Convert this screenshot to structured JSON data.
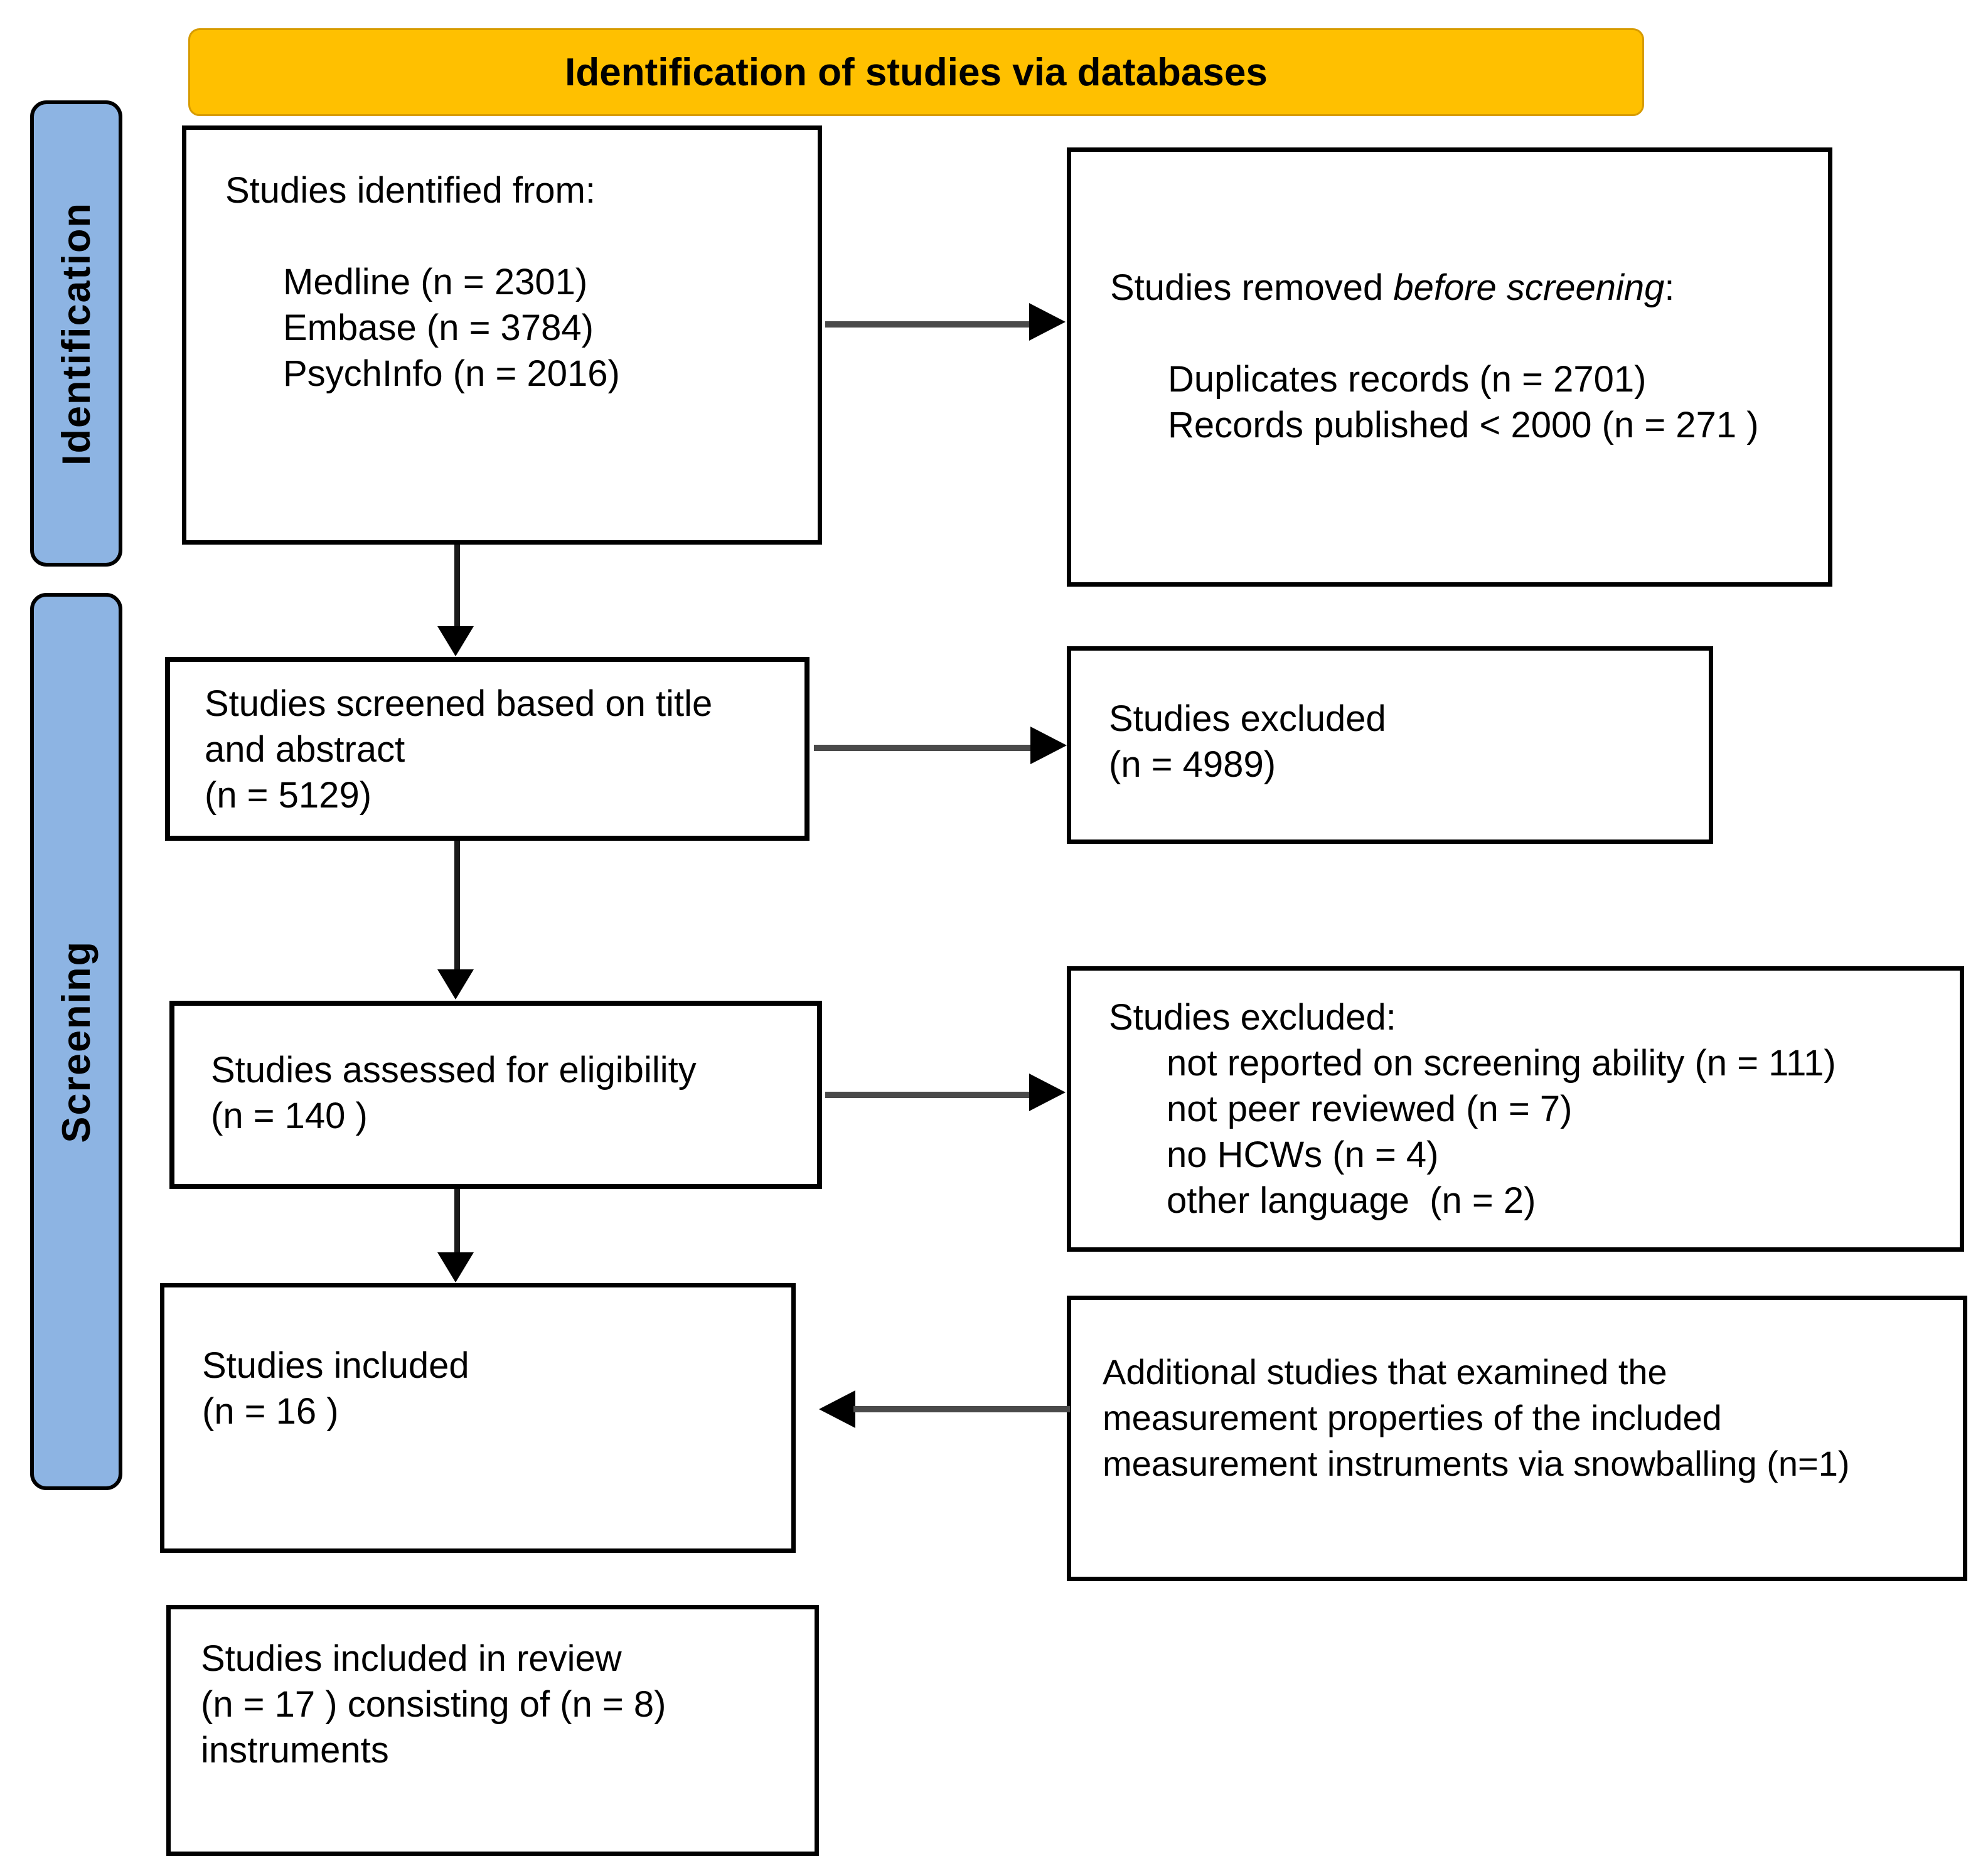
{
  "title_banner": {
    "label": "Identification of studies via databases"
  },
  "stages": [
    {
      "label": "Identification"
    },
    {
      "label": "Screening"
    }
  ],
  "colors": {
    "banner_bg": "#FFC000",
    "stage_bg": "#8DB4E3",
    "arrow_line": "#4a4a4a",
    "arrow_head": "#000000",
    "box_border": "#000000"
  },
  "boxes": {
    "identified": {
      "heading": "Studies identified from:",
      "items": [
        "Medline (n = 2301)",
        "Embase (n = 3784)",
        "PsychInfo (n = 2016)"
      ]
    },
    "removed": {
      "heading_prefix": "Studies removed ",
      "heading_italic": "before screening",
      "heading_suffix": ":",
      "items": [
        "Duplicates records (n = 2701)",
        "Records published < 2000 (n = 271 )"
      ]
    },
    "screened": {
      "lines": [
        "Studies screened based on title",
        "and abstract",
        "(n = 5129)"
      ]
    },
    "excluded_screening": {
      "lines": [
        "Studies excluded",
        "(n = 4989)"
      ]
    },
    "assessed": {
      "lines": [
        "Studies assessed for eligibility",
        "(n = 140 )"
      ]
    },
    "excluded_eligibility": {
      "heading": "Studies excluded:",
      "items": [
        "not reported on screening ability (n = 111)",
        "not peer reviewed (n = 7)",
        "no HCWs (n = 4)",
        "other language  (n = 2)"
      ]
    },
    "included": {
      "lines": [
        "Studies included",
        "(n = 16 )"
      ]
    },
    "additional": {
      "lines": [
        "Additional studies that examined the",
        "measurement properties of the included",
        "measurement instruments via snowballing (n=1)"
      ]
    },
    "review": {
      "lines": [
        "Studies included in review",
        "(n = 17 ) consisting of (n = 8)",
        "instruments"
      ]
    }
  }
}
